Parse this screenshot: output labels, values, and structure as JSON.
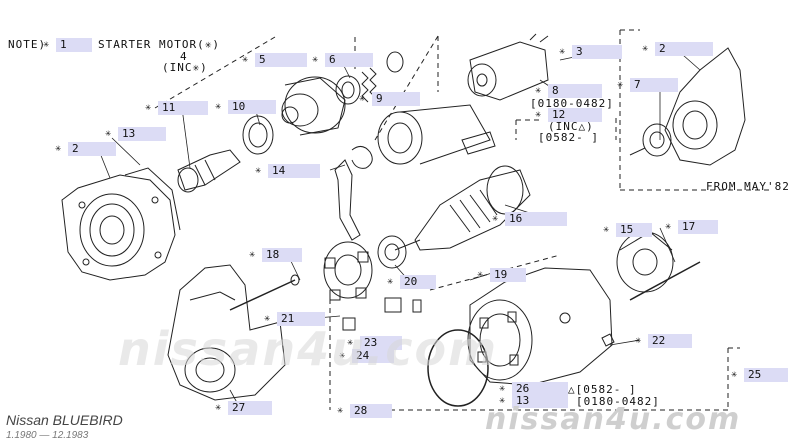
{
  "note": {
    "prefix": "NOTE)",
    "ref": "1",
    "text": "STARTER MOTOR(✳)",
    "inc_ref": "4",
    "inc_text": "(INC✳)"
  },
  "callouts": [
    {
      "label": "2"
    },
    {
      "label": "3"
    },
    {
      "label": "5"
    },
    {
      "label": "6"
    },
    {
      "label": "7"
    },
    {
      "label": "8"
    },
    {
      "label": "9"
    },
    {
      "label": "10"
    },
    {
      "label": "11"
    },
    {
      "label": "12"
    },
    {
      "label": "13"
    },
    {
      "label": "14"
    },
    {
      "label": "15"
    },
    {
      "label": "16"
    },
    {
      "label": "17"
    },
    {
      "label": "18"
    },
    {
      "label": "19"
    },
    {
      "label": "20"
    },
    {
      "label": "21"
    },
    {
      "label": "22"
    },
    {
      "label": "23"
    },
    {
      "label": "24"
    },
    {
      "label": "25"
    },
    {
      "label": "26"
    },
    {
      "label": "27"
    },
    {
      "label": "28"
    }
  ],
  "texts": {
    "range_8": "[0180-0482]",
    "inc_12": "(INC△)",
    "range_12": "[0582-  ]",
    "from_may": "FROM MAY'82",
    "range_26": "△[0582-  ]",
    "range_13": "[0180-0482]"
  },
  "brand": {
    "model": "Nissan BLUEBIRD",
    "years": "1.1980 — 12.1983"
  },
  "watermark": {
    "center": "nissan4u.com",
    "corner": "nissan4u.com"
  }
}
